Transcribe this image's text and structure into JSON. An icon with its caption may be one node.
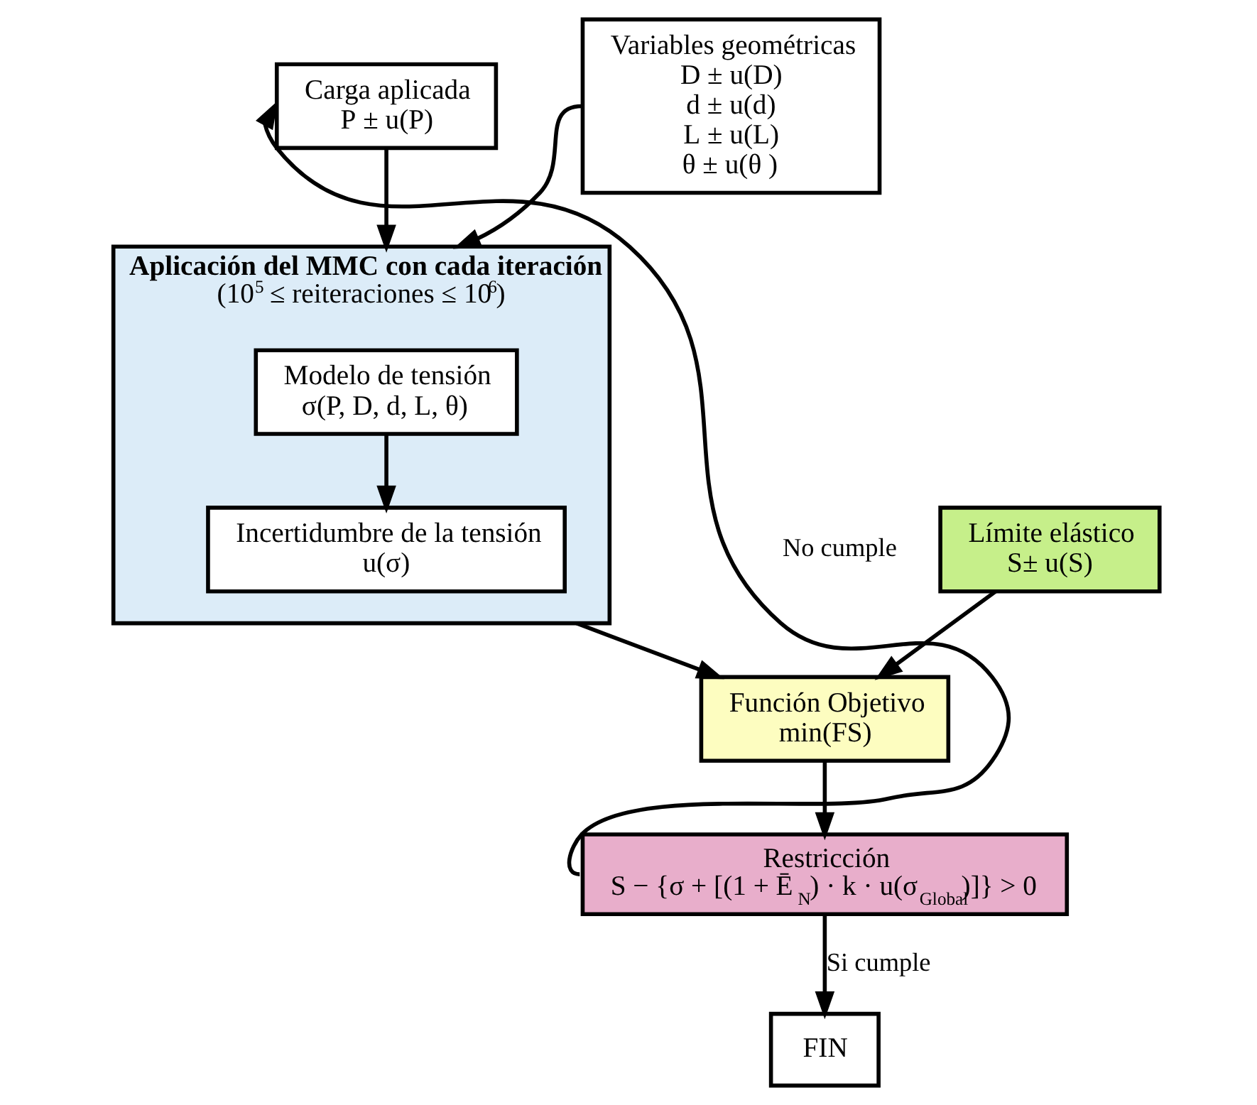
{
  "diagram": {
    "nodes": [
      {
        "text": [
          "Carga aplicada",
          "P ± u(P)"
        ]
      },
      {
        "text": [
          "Aplicación del MMC con cada iteración",
          "(10$^{5}$ ≤ reiteraciones ≤ 10$^{6}$)"
        ]
      },
      {
        "text": [
          "Modelo de tensión",
          "σ(P, D, d, L, θ)"
        ],
        "in": 1
      },
      {
        "text": [
          "Incertidumbre de la tensión",
          "u(σ)"
        ],
        "in": 1
      },
      {
        "text": [
          "Variables geométricas",
          "D ± u(D)",
          "d ± u(d)",
          "L ± u(L)",
          "θ ± u(θ )"
        ]
      },
      {
        "text": [
          "Límite elástico",
          "S± u(S)"
        ]
      },
      {
        "text": [
          "Función Objetivo",
          "min(FS)"
        ]
      },
      {
        "text": [
          "Restricción",
          "S − {σ + [(1 + Ē$_{N}$) · k · u(σ$_{Global}$)]} > 0"
        ]
      },
      {
        "text": [
          "FIN"
        ]
      }
    ],
    "edges": [
      {
        "from": 0,
        "to": 1,
        "arrow": "to"
      },
      {
        "from": 2,
        "to": 3,
        "arrow": "to"
      },
      {
        "from": 4,
        "to": 1,
        "arrow": "to"
      },
      {
        "from": 1,
        "to": 6,
        "arrow": "to"
      },
      {
        "from": 5,
        "to": 6,
        "arrow": "to"
      },
      {
        "from": 6,
        "to": 7,
        "arrow": "to"
      },
      {
        "from": 7,
        "to": 0,
        "arrow": "to",
        "label": "No cumple"
      },
      {
        "from": 7,
        "to": 8,
        "arrow": "to",
        "label": "Si cumple"
      }
    ]
  }
}
